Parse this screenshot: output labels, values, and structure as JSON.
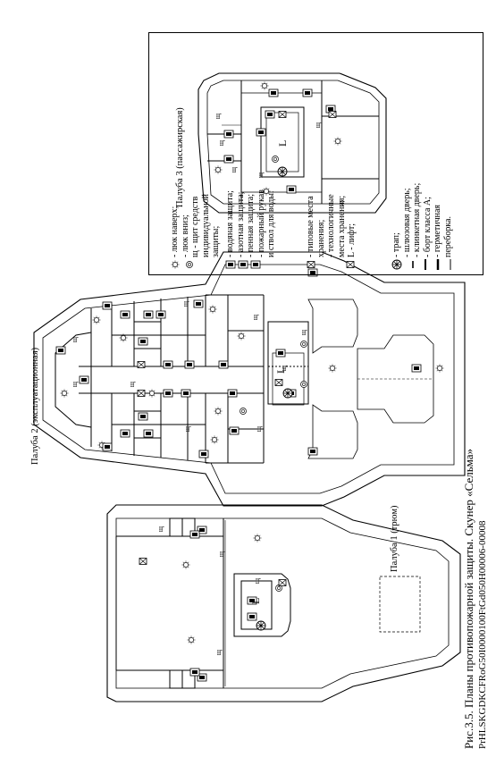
{
  "figure": {
    "caption": "Рис.3.5. Планы противопожарной защиты. Скунер «Сельма»",
    "code": "PrHLSKGDKCFRoG50I0000100FtGd050H00006-00008"
  },
  "decks": {
    "deck1": "Палуба 1 (трюм)",
    "deck2": "Палуба 2 (эксплуатационная)",
    "deck3": "Палуба 3 (пассажирская)"
  },
  "legend": {
    "col1": [
      {
        "icon": "hatch-up-icon",
        "text": "- люк наверх;"
      },
      {
        "icon": "hatch-down-icon",
        "text": "- люк вниз;"
      },
      {
        "icon": "shield-letter",
        "text": "щ - щит средств"
      },
      {
        "icon": "",
        "text": "индивидуальной"
      },
      {
        "icon": "",
        "text": "защиты;"
      }
    ],
    "col2": [
      {
        "icon": "water-protection-icon",
        "text": "- водяная защита;"
      },
      {
        "icon": "nitrogen-protection-icon",
        "text": "- азотная защита;"
      },
      {
        "icon": "foam-protection-icon",
        "text": "- пенная защита;"
      },
      {
        "icon": "fire-hose-icon",
        "text": "- пожарный рукав"
      },
      {
        "icon": "",
        "text": "и ствол для воды."
      }
    ],
    "col3": [
      {
        "icon": "storage-typical-icon",
        "text": "- типовые места"
      },
      {
        "icon": "",
        "text": "хранения;"
      },
      {
        "icon": "",
        "text": "- технологичные"
      },
      {
        "icon": "storage-tech-icon",
        "text": "места хранения;"
      },
      {
        "icon": "lift-letter",
        "text": "L - лифт;"
      }
    ],
    "col4": [
      {
        "icon": "ladder-icon",
        "text": "- трап;"
      },
      {
        "icon": "airlock-door-icon",
        "text": "- шлюзовая дверь;"
      },
      {
        "icon": "clinket-door-icon",
        "text": "- клинкетная дверь;"
      },
      {
        "icon": "class-a-board-icon",
        "text": "- борт класса А;"
      },
      {
        "icon": "hermetic-bulkhead-icon",
        "text": "- герметичная"
      },
      {
        "icon": "",
        "text": "переборка."
      }
    ],
    "symbols": {
      "shield": "щ",
      "lift": "L"
    }
  },
  "colors": {
    "line": "#000000",
    "background": "#ffffff"
  }
}
